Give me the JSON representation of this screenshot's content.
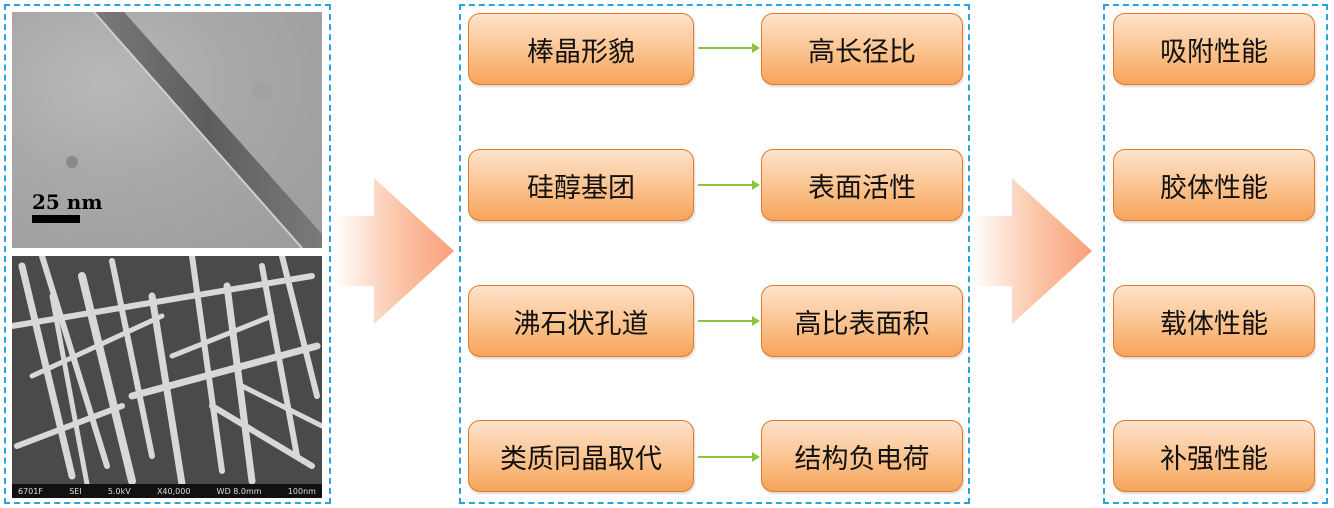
{
  "micrographs": {
    "tem_scale_label": "25 nm",
    "sem_info": [
      "6701F",
      "SEI",
      "5.0kV",
      "X40,000",
      "WD 8.0mm",
      "100nm"
    ]
  },
  "rows": [
    {
      "cause": "棒晶形貌",
      "effect": "高长径比"
    },
    {
      "cause": "硅醇基团",
      "effect": "表面活性"
    },
    {
      "cause": "沸石状孔道",
      "effect": "高比表面积"
    },
    {
      "cause": "类质同晶取代",
      "effect": "结构负电荷"
    }
  ],
  "properties": [
    "吸附性能",
    "胶体性能",
    "载体性能",
    "补强性能"
  ],
  "colors": {
    "dashed_border": "#29a3e0",
    "node_fill_top": "#fde3cc",
    "node_fill_bottom": "#f6a45a",
    "node_border": "#e07a2a",
    "small_arrow": "#8cc63f",
    "big_arrow": "#f7a27b"
  }
}
